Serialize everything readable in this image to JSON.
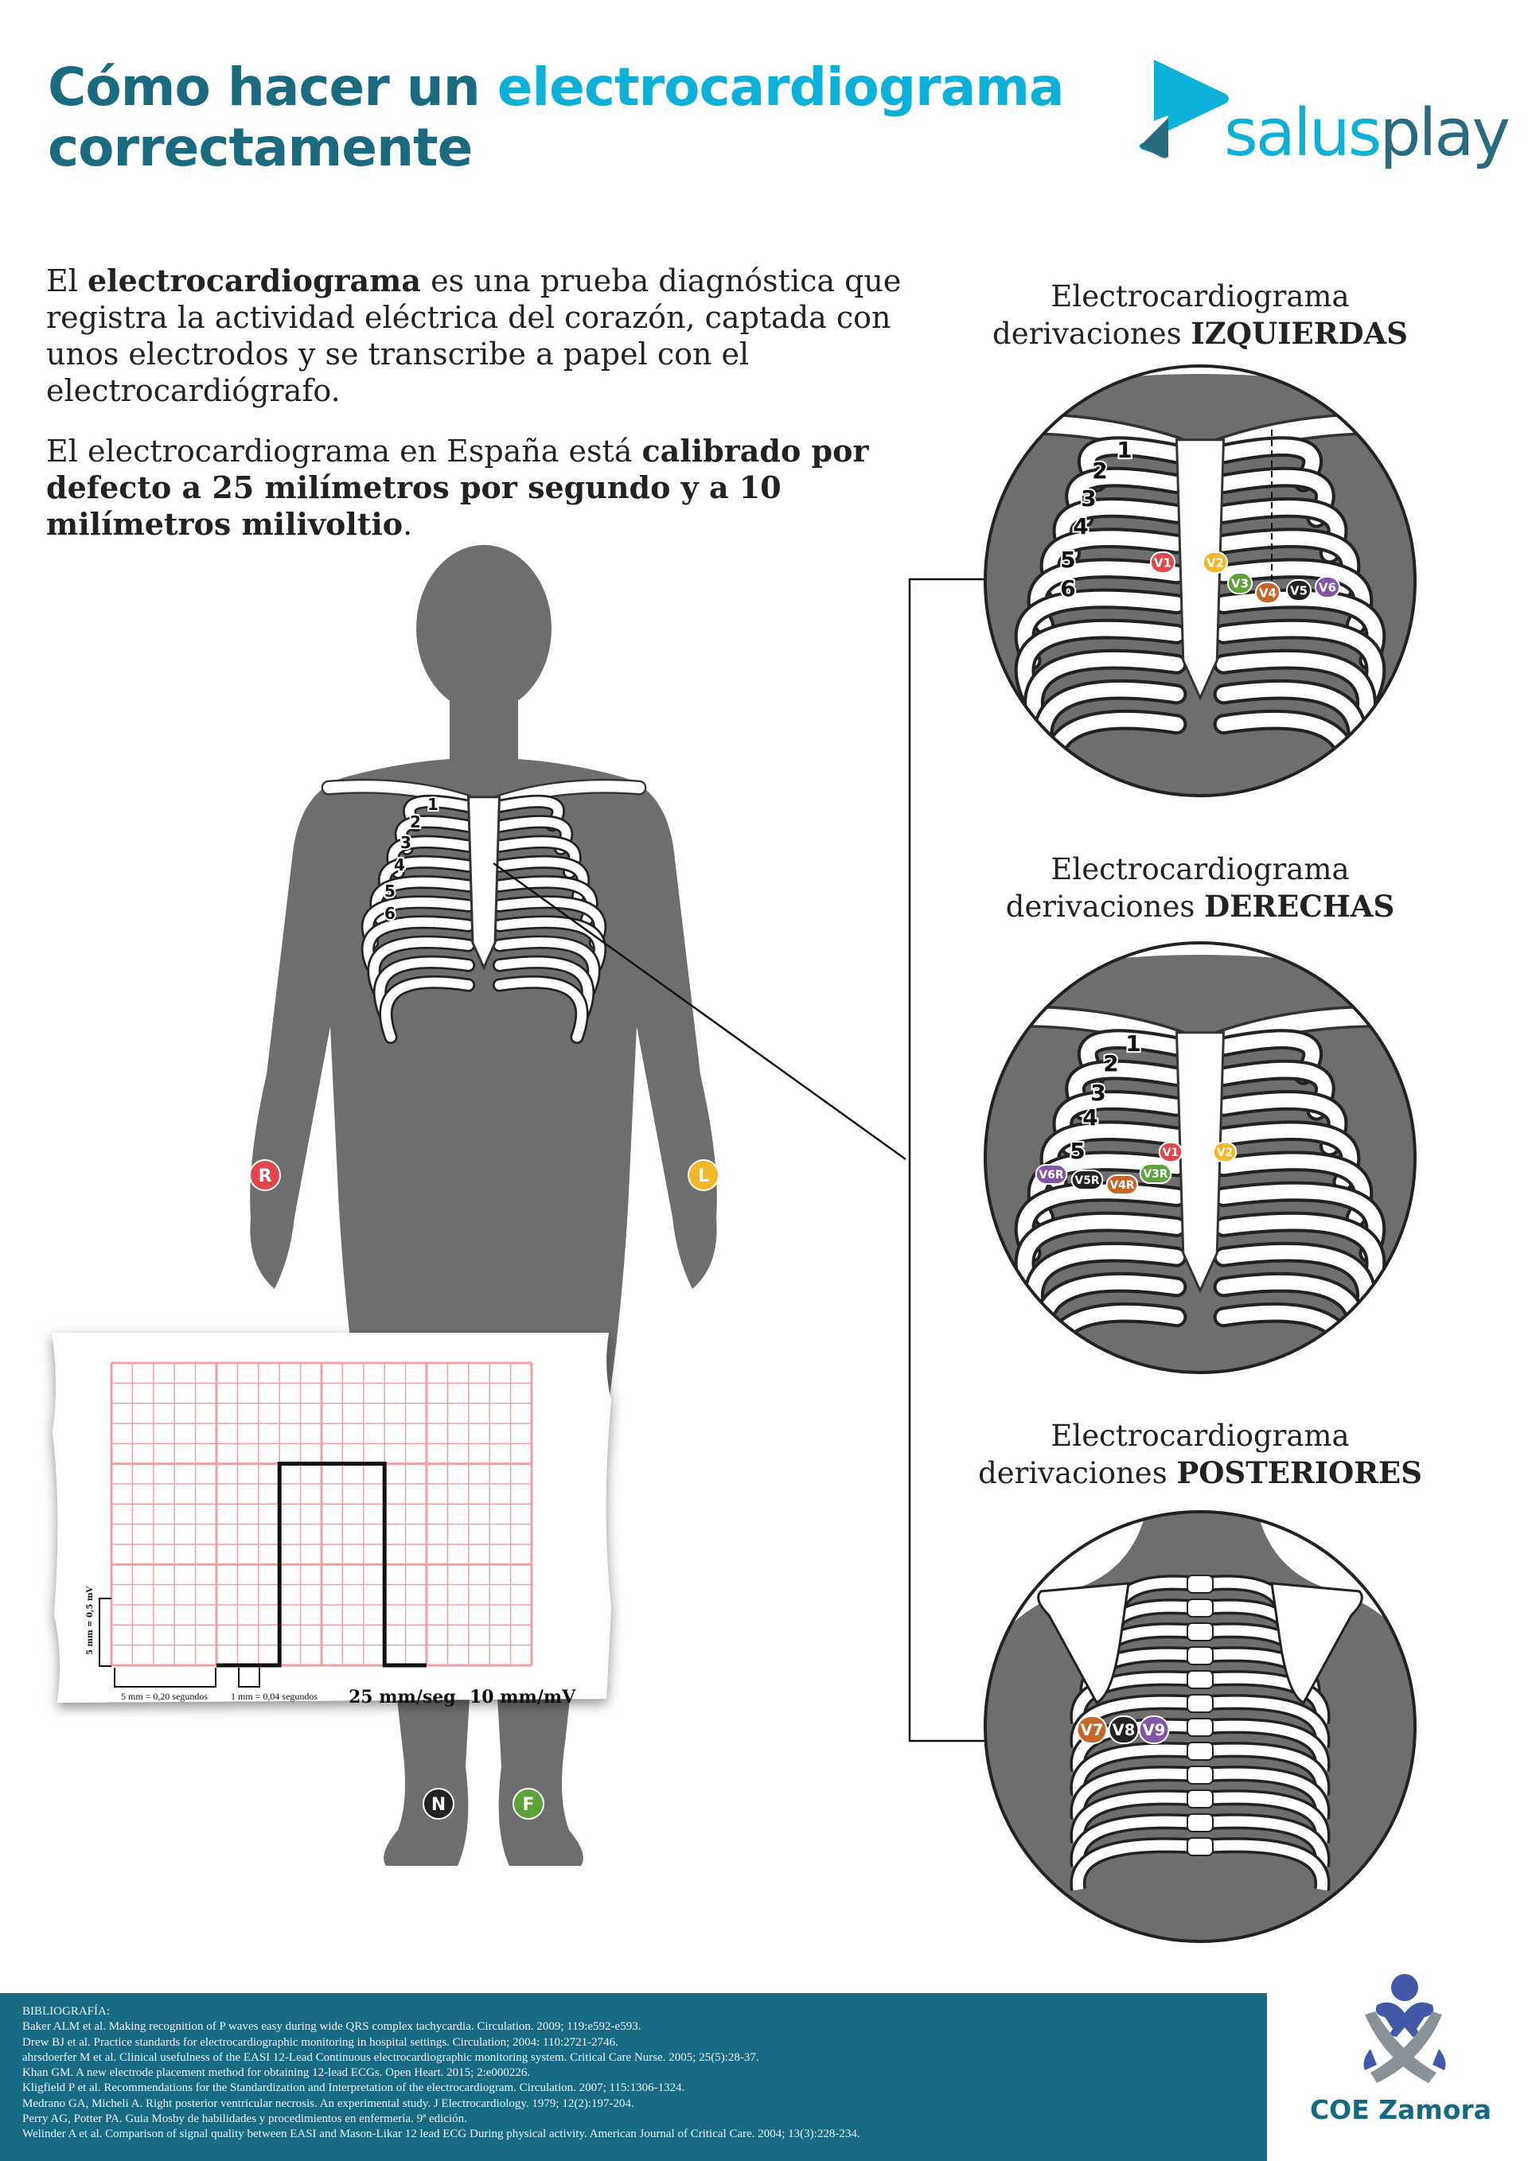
{
  "header": {
    "title_part1": "Cómo hacer un ",
    "title_highlight": "electrocardiograma",
    "title_part2": "correctamente",
    "logo_text_a": "salus",
    "logo_text_b": "play"
  },
  "intro": {
    "p1_a": "El ",
    "p1_bold": "electrocardiograma",
    "p1_b": " es una prueba diagnóstica que registra la actividad eléctrica del corazón, captada con unos electrodos y se transcribe a papel con el electrocardiógrafo.",
    "p2_a": "El electrocardiograma en España está ",
    "p2_bold": "calibrado por defecto a 25 milímetros por segundo y a 10 milímetros milivoltio",
    "p2_b": "."
  },
  "sections": [
    {
      "line1": "Electrocardiograma",
      "line2_a": "derivaciones ",
      "line2_bold": "IZQUIERDAS"
    },
    {
      "line1": "Electrocardiograma",
      "line2_a": "derivaciones ",
      "line2_bold": "DERECHAS"
    },
    {
      "line1": "Electrocardiograma",
      "line2_a": "derivaciones ",
      "line2_bold": "POSTERIORES"
    }
  ],
  "colors": {
    "teal": "#1a6a80",
    "cyan": "#0db0d6",
    "body_gray": "#6e6e6e",
    "ecg_grid": "#f2a0a6",
    "red": "#e0464b",
    "yellow": "#f4b72a",
    "green": "#5aa23a",
    "orange": "#c8662a",
    "black": "#222222",
    "purple": "#8355a8"
  },
  "limb_electrodes": [
    {
      "label": "R",
      "color": "#e0464b"
    },
    {
      "label": "L",
      "color": "#f4b72a"
    },
    {
      "label": "N",
      "color": "#222222"
    },
    {
      "label": "F",
      "color": "#5aa23a"
    }
  ],
  "rib_numbers": [
    "1",
    "2",
    "3",
    "4",
    "5",
    "6"
  ],
  "left_leads": [
    {
      "label": "V1",
      "color": "#e0464b"
    },
    {
      "label": "V2",
      "color": "#f4b72a"
    },
    {
      "label": "V3",
      "color": "#5aa23a"
    },
    {
      "label": "V4",
      "color": "#c8662a"
    },
    {
      "label": "V5",
      "color": "#222222"
    },
    {
      "label": "V6",
      "color": "#8355a8"
    }
  ],
  "right_leads": [
    {
      "label": "V1",
      "color": "#e0464b"
    },
    {
      "label": "V2",
      "color": "#f4b72a"
    },
    {
      "label": "V3R",
      "color": "#5aa23a"
    },
    {
      "label": "V4R",
      "color": "#c8662a"
    },
    {
      "label": "V5R",
      "color": "#222222"
    },
    {
      "label": "V6R",
      "color": "#8355a8"
    }
  ],
  "posterior_leads": [
    {
      "label": "V7",
      "color": "#c8662a"
    },
    {
      "label": "V8",
      "color": "#222222"
    },
    {
      "label": "V9",
      "color": "#8355a8"
    }
  ],
  "ecg_paper": {
    "vertical_label": "5 mm = 0,5 mV",
    "large_label": "5 mm = 0,20 segundos",
    "small_label": "1 mm = 0,04 segundos",
    "speed": "25 mm/seg",
    "gain": "10 mm/mV"
  },
  "bibliography": {
    "heading": "BIBLIOGRAFÍA:",
    "items": [
      "Baker ALM et al. Making recognition of P waves easy during wide QRS complex tachycardia. Circulation. 2009; 119:e592-e593.",
      "Drew BJ et al. Practice standards for electrocardiographic monitoring in hospital settings. Circulation; 2004: 110:2721-2746.",
      "ahrsdoerfer M et al. Clinical usefulness of the EASI 12-Lead Continuous electrocardiographic monitoring system. Critical Care Nurse. 2005; 25(5):28-37.",
      "Khan GM. A new electrode placement method for obtaining 12-lead ECGs. Open Heart. 2015; 2:e000226.",
      "Kligfield P et al. Recommendations for the Standardization and Interpretation of the electrocardiogram. Circulation. 2007; 115:1306-1324.",
      "Medrano GA, Micheli A. Right posterior ventricular necrosis. An experimental study. J Electrocardiology. 1979; 12(2):197-204.",
      "Perry AG, Potter PA. Guia Mosby de habilidades y procedimientos en enfermería. 9ª edición.",
      "Welinder A et al. Comparison of signal quality between EASI and Mason-Likar 12 lead ECG During physical activity. American Journal of Critical Care. 2004; 13(3):228-234."
    ]
  },
  "partner": {
    "name": "COE Zamora"
  }
}
